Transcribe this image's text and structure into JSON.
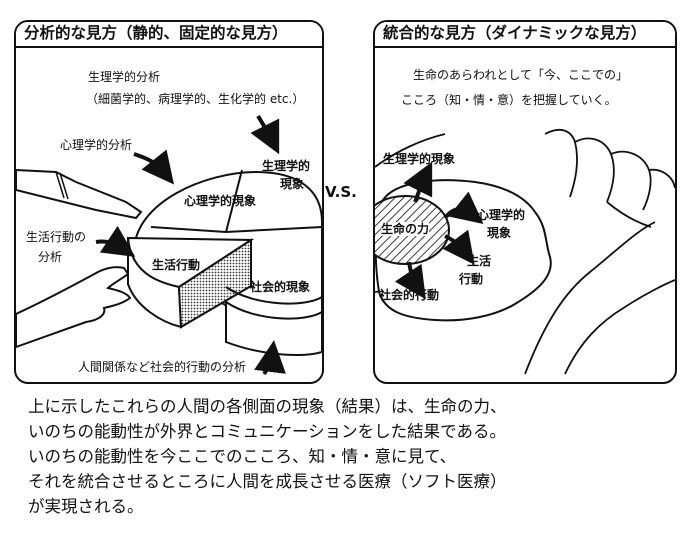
{
  "left_panel": {
    "title": "分析的な見方（静的、固定的な見方）",
    "biological_analysis_label": "生理学的分析",
    "biological_analysis_sub": "（細菌学的、病理学的、生化学的 etc.）",
    "psychological_analysis_label": "心理学的分析",
    "life_behavior_analysis_label_1": "生活行動の",
    "life_behavior_analysis_label_2": "分析",
    "pie_physiological_1": "生理学的",
    "pie_physiological_2": "現象",
    "pie_psychological": "心理学的現象",
    "pie_life_behavior": "生活行動",
    "pie_social": "社会的現象",
    "social_analysis_label": "人間関係など社会的行動の分析"
  },
  "versus": "V.S.",
  "right_panel": {
    "title": "統合的な見方（ダイナミックな見方）",
    "intro_line_1": "生命のあらわれとして「今、ここでの」",
    "intro_line_2": "こころ（知・情・意）を把握していく。",
    "physiological": "生理学的現象",
    "life_force": "生命の力",
    "psychological_1": "心理学的",
    "psychological_2": "現象",
    "life_1": "生活",
    "life_2": "行動",
    "social_behavior": "社会的行動"
  },
  "caption": {
    "line_1": "上に示したこれらの人間の各側面の現象（結果）は、生命の力、",
    "line_2": "いのちの能動性が外界とコミュニケーションをした結果である。",
    "line_3": "いのちの能動性を今ここでのこころ、知・情・意に見て、",
    "line_4": "それを統合させるところに人間を成長させる医療（ソフト医療）",
    "line_5": "が実現される。"
  }
}
